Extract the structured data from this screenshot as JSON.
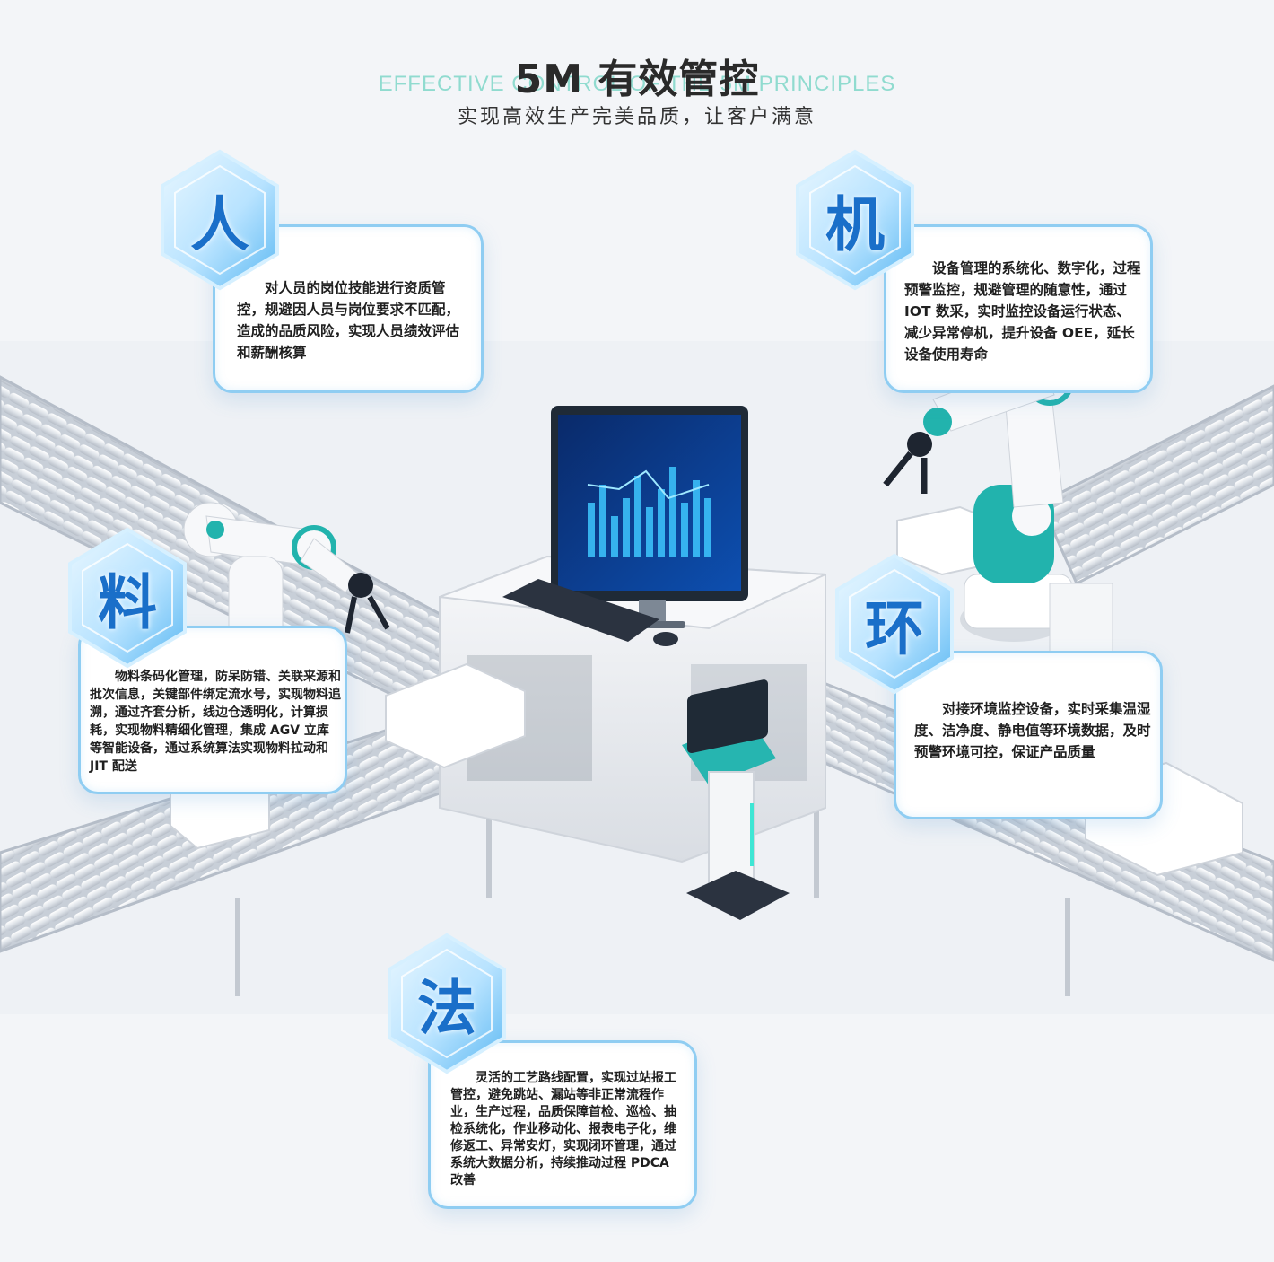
{
  "header": {
    "title": "5M 有效管控",
    "english": "EFFECTIVE CONTROL OF THE 5M PRINCIPLES",
    "subtitle": "实现高效生产完美品质，让客户满意"
  },
  "colors": {
    "accent": "#1a6fc9",
    "card_border": "#8fcdf2",
    "teal": "#22b3ad",
    "english_title": "#7fd7c9"
  },
  "items": {
    "man": {
      "label": "人",
      "text": "对人员的岗位技能进行资质管控，规避因人员与岗位要求不匹配，造成的品质风险，实现人员绩效评估和薪酬核算"
    },
    "machine": {
      "label": "机",
      "text": "设备管理的系统化、数字化，过程预警监控，规避管理的随意性，通过 IOT 数采，实时监控设备运行状态、减少异常停机，提升设备 OEE，延长设备使用寿命"
    },
    "material": {
      "label": "料",
      "text": "物料条码化管理，防呆防错、关联来源和批次信息，关键部件绑定流水号，实现物料追溯，通过齐套分析，线边仓透明化，计算损耗，实现物料精细化管理，集成 AGV 立库等智能设备，通过系统算法实现物料拉动和 JIT 配送"
    },
    "environment": {
      "label": "环",
      "text": "对接环境监控设备，实时采集温湿度、洁净度、静电值等环境数据，及时预警环境可控，保证产品质量"
    },
    "method": {
      "label": "法",
      "text": "灵活的工艺路线配置，实现过站报工管控，避免跳站、漏站等非正常流程作业，生产过程，品质保障首检、巡检、抽检系统化，作业移动化、报表电子化，维修返工、异常安灯，实现闭环管理，通过系统大数据分析，持续推动过程 PDCA 改善"
    }
  }
}
